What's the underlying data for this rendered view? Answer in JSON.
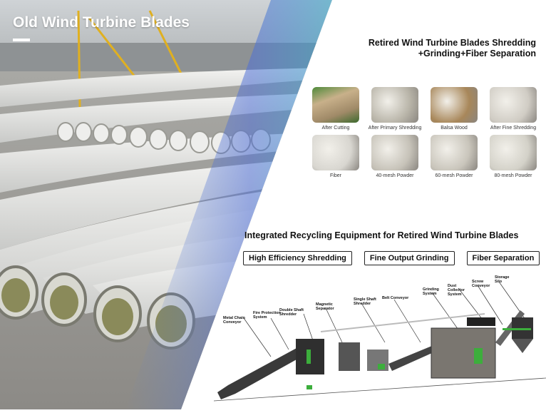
{
  "left_panel": {
    "title": "Old Wind Turbine Blades"
  },
  "materials": {
    "title_line1": "Retired Wind Turbine Blades Shredding",
    "title_line2": "+Grinding+Fiber Separation",
    "items": [
      {
        "label": "After Cutting",
        "color": "#a89272"
      },
      {
        "label": "After Primary Shredding",
        "color": "#b8b4a8"
      },
      {
        "label": "Balsa Wood",
        "color": "#a8875a"
      },
      {
        "label": "After Fine Shredding",
        "color": "#d0ccc4"
      },
      {
        "label": "Fiber",
        "color": "#d8d6d0"
      },
      {
        "label": "40-mesh Powder",
        "color": "#c6c2b8"
      },
      {
        "label": "60-mesh Powder",
        "color": "#c9c5bb"
      },
      {
        "label": "80-mesh Powder",
        "color": "#d3d1c8"
      }
    ]
  },
  "equipment": {
    "title": "Integrated Recycling Equipment for Retired Wind Turbine Blades",
    "features": [
      "High Efficiency Shredding",
      "Fine Output Grinding",
      "Fiber Separation"
    ],
    "components": [
      "Metal Chain Conveyor",
      "Fire Protection System",
      "Double Shaft Shredder",
      "Magnetic Separator",
      "Single Shaft Shredder",
      "Belt Conveyor",
      "Grinding System",
      "Dust Collector System",
      "Screw Conveyor",
      "Storage Silo"
    ],
    "accent_color": "#3cae3c"
  }
}
